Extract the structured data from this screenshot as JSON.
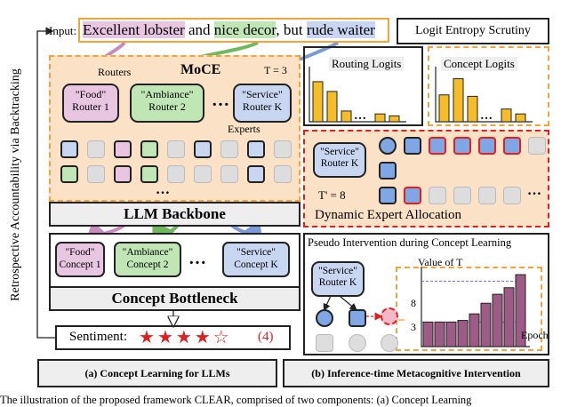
{
  "input": {
    "label": "Input:",
    "text_before": "Excellent lobster",
    "word_and": " and ",
    "phrase_decor": "nice decor",
    "text_but": ", but ",
    "phrase_waiter": "rude waiter"
  },
  "side_label": "Retrospective Accountability via Backtracking",
  "moce": {
    "title": "MoCE",
    "routers_label": "Routers",
    "t_label": "T = 3",
    "experts_label": "Experts",
    "routers": [
      {
        "quote": "\"Food\"",
        "name": "Router 1",
        "color": "#e8c6e2"
      },
      {
        "quote": "\"Ambiance\"",
        "name": "Router 2",
        "color": "#bfe6b4"
      },
      {
        "quote": "\"Service\"",
        "name": "Router K",
        "color": "#c9d6f1"
      }
    ],
    "ellipsis": "…",
    "ellipsis_bottom": "…"
  },
  "llm_backbone": "LLM Backbone",
  "concepts": [
    {
      "quote": "\"Food\"",
      "name": "Concept 1",
      "color": "#e8c6e2"
    },
    {
      "quote": "\"Ambiance\"",
      "name": "Concept 2",
      "color": "#bfe6b4"
    },
    {
      "quote": "\"Service\"",
      "name": "Concept K",
      "color": "#c9d6f1"
    }
  ],
  "concept_ellipsis": "…",
  "concept_bottleneck": "Concept Bottleneck",
  "sentiment": {
    "label": "Sentiment:",
    "stars_filled": 4,
    "stars_total": 5,
    "filled_star": "★",
    "empty_star": "☆",
    "score": "(4)"
  },
  "logit_panel": {
    "title": "Logit Entropy Scrutiny",
    "routing_title": "Routing Logits",
    "concept_title": "Concept Logits",
    "routing_values": [
      0.82,
      0.62,
      0.22,
      0.16,
      0.12
    ],
    "concept_values": [
      0.55,
      0.88,
      0.52,
      0.26,
      0.16
    ],
    "ellipsis": "…",
    "bar_color": "#f6bd26"
  },
  "dynamic": {
    "router_quote": "\"Service\"",
    "router_name": "Router K",
    "t_prime": "T' = 8",
    "title": "Dynamic Expert Allocation",
    "ellipsis": "…"
  },
  "pseudo": {
    "title": "Pseudo Intervention during Concept Learning",
    "router_quote": "\"Service\"",
    "router_name": "Router K",
    "y_label": "Value of T",
    "x_label": "Epoch",
    "tick_high": "8",
    "tick_low": "3",
    "bar_values": [
      3,
      3,
      3,
      3.2,
      4,
      5.3,
      6.4,
      7.2,
      8.8
    ],
    "y_max": 10,
    "bar_color": "#9d5b86"
  },
  "captions": {
    "left": "(a) Concept Learning for LLMs",
    "right": "(b) Inference-time Metacognitive Intervention"
  },
  "figure_caption": "The illustration of the proposed framework CLEAR, comprised of two components: (a) Concept Learning"
}
